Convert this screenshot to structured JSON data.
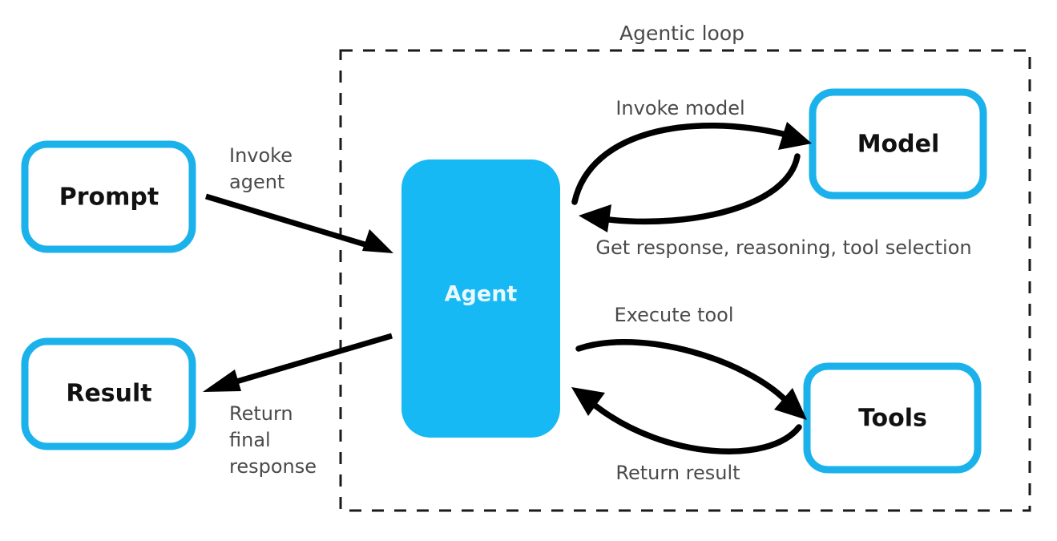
{
  "diagram": {
    "title": "Agentic loop",
    "background_color": "#ffffff",
    "accent_color": "#1BB2EC",
    "agent_fill_color": "#16B9F3",
    "label_color": "#4a4a4a",
    "nodes": [
      {
        "id": "prompt",
        "label": "Prompt",
        "style": "outlined"
      },
      {
        "id": "result",
        "label": "Result",
        "style": "outlined"
      },
      {
        "id": "agent",
        "label": "Agent",
        "style": "filled"
      },
      {
        "id": "model",
        "label": "Model",
        "style": "outlined"
      },
      {
        "id": "tools",
        "label": "Tools",
        "style": "outlined"
      }
    ],
    "edges": [
      {
        "id": "prompt-to-agent",
        "from": "prompt",
        "to": "agent",
        "label_lines": [
          "Invoke",
          "agent"
        ]
      },
      {
        "id": "agent-to-result",
        "from": "agent",
        "to": "result",
        "label_lines": [
          "Return",
          "final",
          "response"
        ]
      },
      {
        "id": "agent-to-model",
        "from": "agent",
        "to": "model",
        "label": "Invoke model"
      },
      {
        "id": "model-to-agent",
        "from": "model",
        "to": "agent",
        "label": "Get response, reasoning, tool selection"
      },
      {
        "id": "agent-to-tools",
        "from": "agent",
        "to": "tools",
        "label": "Execute tool"
      },
      {
        "id": "tools-to-agent",
        "from": "tools",
        "to": "agent",
        "label": "Return result"
      }
    ],
    "labels": {
      "invoke_agent_line1": "Invoke",
      "invoke_agent_line2": "agent",
      "return_final_line1": "Return",
      "return_final_line2": "final",
      "return_final_line3": "response",
      "invoke_model": "Invoke model",
      "get_response": "Get response, reasoning, tool selection",
      "execute_tool": "Execute tool",
      "return_result": "Return result"
    }
  }
}
